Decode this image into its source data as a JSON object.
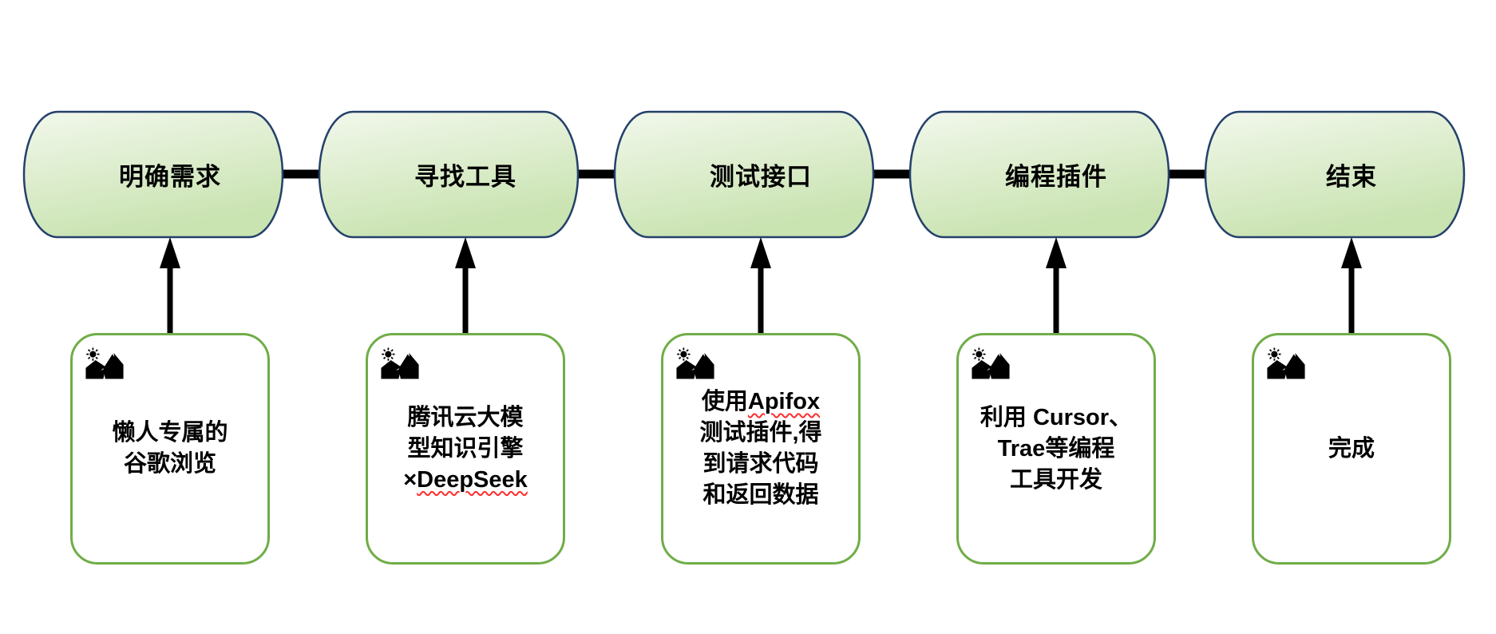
{
  "colors": {
    "stage_fill_top": "#f2f8ec",
    "stage_fill_bottom": "#c9e3b1",
    "stage_stroke": "#24406b",
    "connector": "#000000",
    "note_border": "#70ad47",
    "squiggle_red": "#ff2d2d",
    "text": "#000000"
  },
  "stages": [
    {
      "label": "明确需求",
      "notes": [
        {
          "t": "懒人专属的"
        },
        {
          "t": "谷歌浏览"
        }
      ]
    },
    {
      "label": "寻找工具",
      "notes": [
        {
          "t": "腾讯云大模"
        },
        {
          "t": "型知识引擎"
        },
        {
          "t": "×",
          "misspelled": "DeepSeek"
        }
      ]
    },
    {
      "label": "测试接口",
      "notes": [
        {
          "t": "使用",
          "misspelled": "Apifox"
        },
        {
          "t": "测试插件,得"
        },
        {
          "t": "到请求代码"
        },
        {
          "t": "和返回数据"
        }
      ]
    },
    {
      "label": "编程插件",
      "notes": [
        {
          "t": "利用 Cursor、"
        },
        {
          "t": "Trae等编程"
        },
        {
          "t": "工具开发"
        }
      ]
    },
    {
      "label": "结束",
      "notes": [
        {
          "t": "完成"
        }
      ]
    }
  ]
}
